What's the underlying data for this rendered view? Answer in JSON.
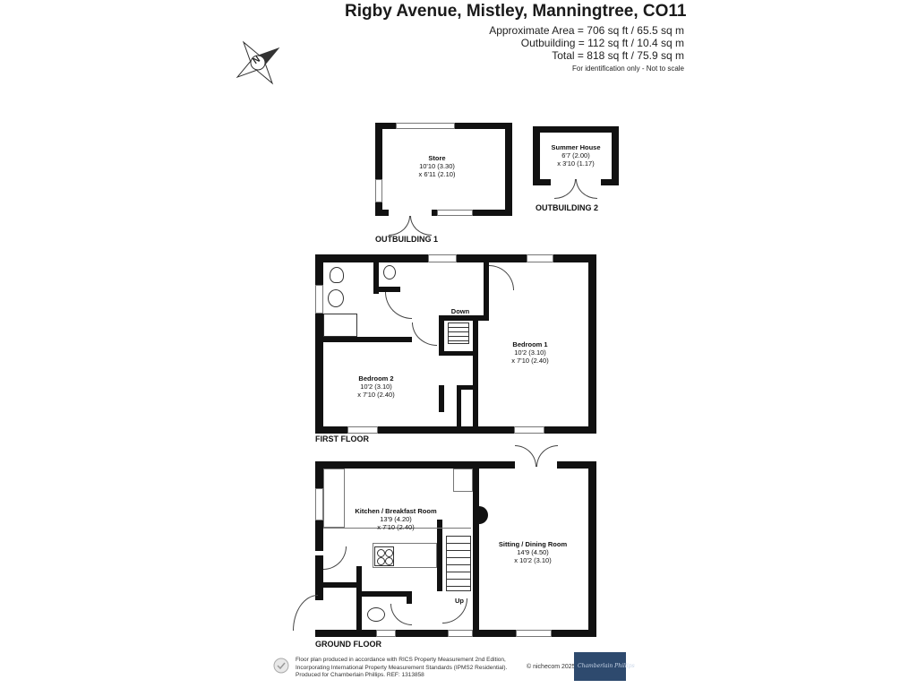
{
  "header": {
    "title": "Rigby Avenue, Mistley, Manningtree, CO11",
    "area_main": "Approximate Area = 706 sq ft / 65.5 sq m",
    "area_outbuilding": "Outbuilding = 112 sq ft / 10.4 sq m",
    "area_total": "Total = 818 sq ft / 75.9 sq m",
    "note": "For identification only - Not to scale"
  },
  "compass": {
    "letter": "N"
  },
  "outbuildings": {
    "store": {
      "name": "Store",
      "dim1": "10'10 (3.30)",
      "dim2": "x 6'11 (2.10)"
    },
    "summer_house": {
      "name": "Summer House",
      "dim1": "6'7 (2.00)",
      "dim2": "x 3'10 (1.17)"
    },
    "label1": "OUTBUILDING 1",
    "label2": "OUTBUILDING 2"
  },
  "first_floor": {
    "label": "FIRST FLOOR",
    "stairs": "Down",
    "bedroom1": {
      "name": "Bedroom 1",
      "dim1": "10'2 (3.10)",
      "dim2": "x 7'10 (2.40)"
    },
    "bedroom2": {
      "name": "Bedroom 2",
      "dim1": "10'2 (3.10)",
      "dim2": "x 7'10 (2.40)"
    }
  },
  "ground_floor": {
    "label": "GROUND FLOOR",
    "stairs": "Up",
    "kitchen": {
      "name": "Kitchen / Breakfast Room",
      "dim1": "13'9 (4.20)",
      "dim2": "x 7'10 (2.40)"
    },
    "sitting": {
      "name": "Sitting / Dining Room",
      "dim1": "14'9 (4.50)",
      "dim2": "x 10'2 (3.10)"
    }
  },
  "footer": {
    "line1": "Floor plan produced in accordance with RICS Property Measurement 2nd Edition,",
    "line2": "Incorporating International Property Measurement Standards (IPMS2 Residential).",
    "line3": "Produced for Chamberlain Phillips.    REF: 1313858",
    "copyright": "© nichecom 2025",
    "logo_text": "Chamberlain Phillips"
  },
  "colors": {
    "wall": "#111111",
    "logo_bg": "#2e4a6e"
  }
}
